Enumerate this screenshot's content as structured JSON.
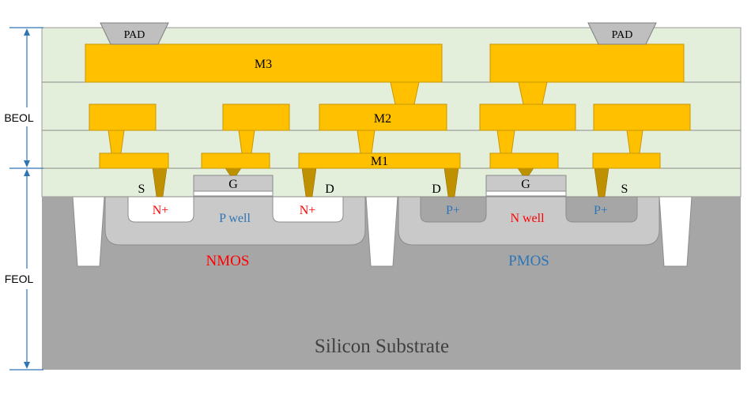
{
  "colors": {
    "beol": "#e3eedb",
    "substrate": "#a6a6a6",
    "well": "#c9c9c9",
    "metal": "#ffc000",
    "metal_stroke": "#c99700",
    "contact": "#bf9000",
    "arrow": "#2e75b6",
    "red": "#ff0000",
    "blue": "#2e75b6"
  },
  "labels": {
    "beol": "BEOL",
    "feol": "FEOL",
    "pad_left": "PAD",
    "pad_right": "PAD",
    "m3": "M3",
    "m2": "M2",
    "m1": "M1",
    "nmos_source": "S",
    "nmos_gate": "G",
    "nmos_drain": "D",
    "pmos_drain": "D",
    "pmos_gate": "G",
    "pmos_source": "S",
    "nmos_n_plus_left": "N+",
    "nmos_n_plus_right": "N+",
    "p_well": "P well",
    "pmos_p_plus_left": "P+",
    "pmos_p_plus_right": "P+",
    "n_well": "N well",
    "nmos": "NMOS",
    "pmos": "PMOS",
    "substrate": "Silicon Substrate"
  }
}
